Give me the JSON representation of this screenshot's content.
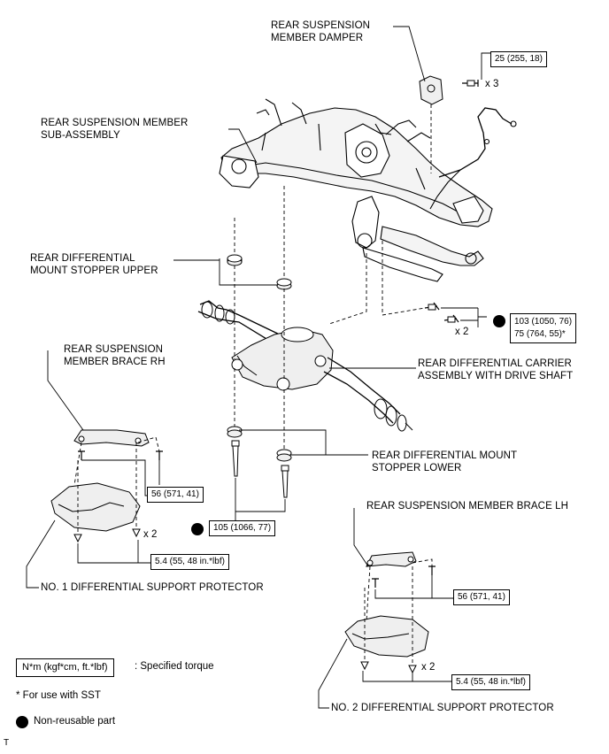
{
  "labels": {
    "member_damper": [
      "REAR SUSPENSION",
      "MEMBER DAMPER"
    ],
    "member_sub_assembly": [
      "REAR SUSPENSION MEMBER",
      "SUB-ASSEMBLY"
    ],
    "stopper_upper": [
      "REAR DIFFERENTIAL",
      "MOUNT STOPPER UPPER"
    ],
    "brace_rh": [
      "REAR SUSPENSION",
      "MEMBER BRACE RH"
    ],
    "carrier_assembly": [
      "REAR DIFFERENTIAL CARRIER",
      "ASSEMBLY WITH DRIVE SHAFT"
    ],
    "stopper_lower": [
      "REAR DIFFERENTIAL MOUNT",
      "STOPPER LOWER"
    ],
    "brace_lh": "REAR SUSPENSION MEMBER BRACE LH",
    "protector_1": "NO. 1 DIFFERENTIAL SUPPORT PROTECTOR",
    "protector_2": "NO. 2 DIFFERENTIAL SUPPORT PROTECTOR"
  },
  "torques": {
    "damper_bolt": "25 (255, 18)",
    "carrier_bolt": "103 (1050, 76)",
    "carrier_bolt_sst": "75 (764, 55)*",
    "brace_rh_bolt": "56 (571, 41)",
    "mount_bolt": "105 (1066, 77)",
    "protector_1_bolt": "5.4 (55, 48 in.*lbf)",
    "brace_lh_bolt": "56 (571, 41)",
    "protector_2_bolt": "5.4 (55, 48 in.*lbf)"
  },
  "quantities": {
    "damper_bolts": "x 3",
    "carrier_bolts": "x 2",
    "protector_1_bolts": "x 2",
    "protector_2_bolts": "x 2"
  },
  "legend": {
    "unit_box": "N*m (kgf*cm, ft.*lbf)",
    "unit_text": ": Specified torque",
    "sst_note": "* For use with SST",
    "non_reusable": "Non-reusable part"
  },
  "corner_mark": "T"
}
